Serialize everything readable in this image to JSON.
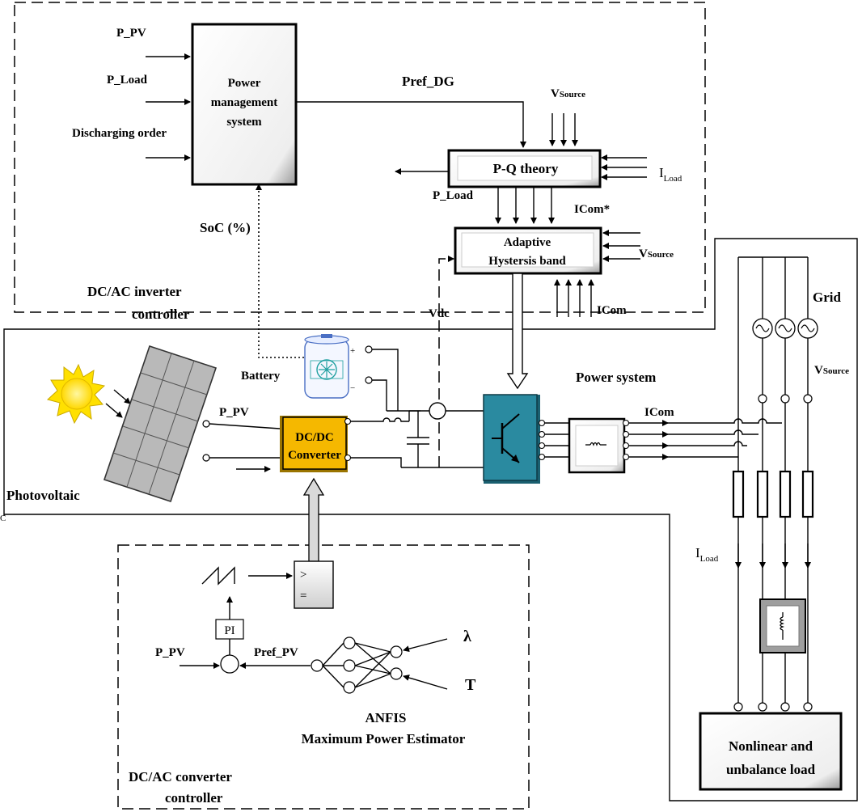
{
  "labels": {
    "p_pv_top": "P_PV",
    "p_load_top": "P_Load",
    "discharging_order": "Discharging order",
    "pms_line1": "Power",
    "pms_line2": "management",
    "pms_line3": "system",
    "pref_dg": "Pref_DG",
    "vsource_top": "V",
    "vsource_top_sub": "Source",
    "pq_theory": "P-Q theory",
    "iload_pq": "I",
    "iload_pq_sub": "Load",
    "p_load_pq": "P_Load",
    "icom_star": "ICom*",
    "soc": "SoC (%)",
    "hb_line1": "Adaptive",
    "hb_line2": "Hystersis band",
    "vsource_hb": "V",
    "vsource_hb_sub": "Source",
    "icom_hb": "ICom",
    "vdc": "Vdc",
    "dcac_line1": "DC/AC inverter",
    "dcac_line2": "controller",
    "grid": "Grid",
    "battery": "Battery",
    "power_system": "Power system",
    "vsource_grid": "V",
    "vsource_grid_sub": "Source",
    "p_pv_mid": "P_PV",
    "dcdc_line1": "DC/DC",
    "dcdc_line2": "Converter",
    "icom_mid": "ICom",
    "photovoltaic": "Photovoltaic",
    "iload_right": "I",
    "iload_right_sub": "Load",
    "comp_gt": ">",
    "comp_eq": "=",
    "pi": "PI",
    "p_pv_bottom": "P_PV",
    "pref_pv": "Pref_PV",
    "lambda": "λ",
    "t": "T",
    "anfis_line1": "ANFIS",
    "anfis_line2": "Maximum Power Estimator",
    "nl_line1": "Nonlinear and",
    "nl_line2": "unbalance load",
    "dcac_conv_line1": "DC/AC converter",
    "dcac_conv_line2": "controller",
    "c_mark": "C",
    "bat_plus": "+",
    "bat_minus": "−"
  },
  "colors": {
    "dcdc_fill": "#f5b800",
    "inverter_fill": "#2a8aa0",
    "sun_fill": "#ffe000",
    "battery_outline": "#4a6fc4",
    "battery_symbol": "#1fa0a0"
  }
}
